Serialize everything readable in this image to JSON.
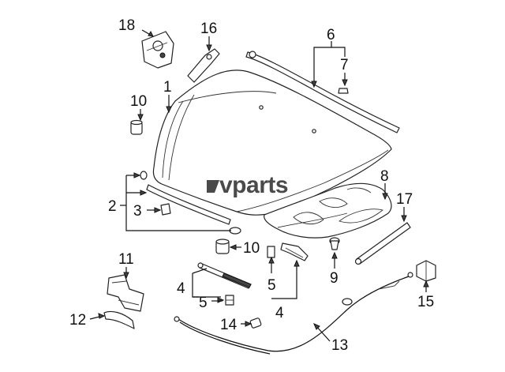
{
  "watermark": {
    "text": "vparts",
    "color": "#4a4a4a"
  },
  "callouts": {
    "c1": "1",
    "c2": "2",
    "c3": "3",
    "c4a": "4",
    "c4b": "4",
    "c5a": "5",
    "c5b": "5",
    "c6": "6",
    "c7": "7",
    "c8": "8",
    "c9": "9",
    "c10a": "10",
    "c10b": "10",
    "c11": "11",
    "c12": "12",
    "c13": "13",
    "c14": "14",
    "c15": "15",
    "c16": "16",
    "c17": "17",
    "c18": "18"
  },
  "icons": {
    "hood": "hood-panel-icon",
    "latch": "hood-latch-icon",
    "cable": "release-cable-icon",
    "prop_rod": "prop-rod-icon"
  }
}
